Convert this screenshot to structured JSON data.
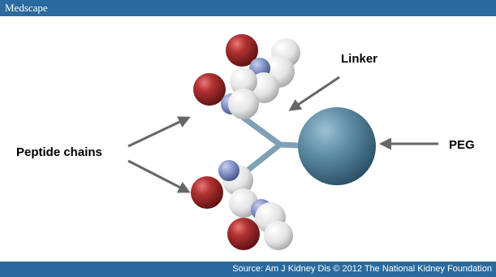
{
  "header": {
    "brand": "Medscape"
  },
  "footer": {
    "source": "Source: Am J Kidney Dis © 2012 The National Kidney Foundation"
  },
  "diagram": {
    "labels": {
      "linker": "Linker",
      "peg": "PEG",
      "peptide_chains": "Peptide chains"
    }
  },
  "colors": {
    "bar": "#2a6a9e",
    "oxygen": "#a82a2a",
    "nitrogen": "#7d8cc0",
    "hydrogen": "#eeeeee",
    "peg_sphere": "#4f7d96",
    "linker": "#7fa0b5",
    "arrow": "#666666"
  }
}
